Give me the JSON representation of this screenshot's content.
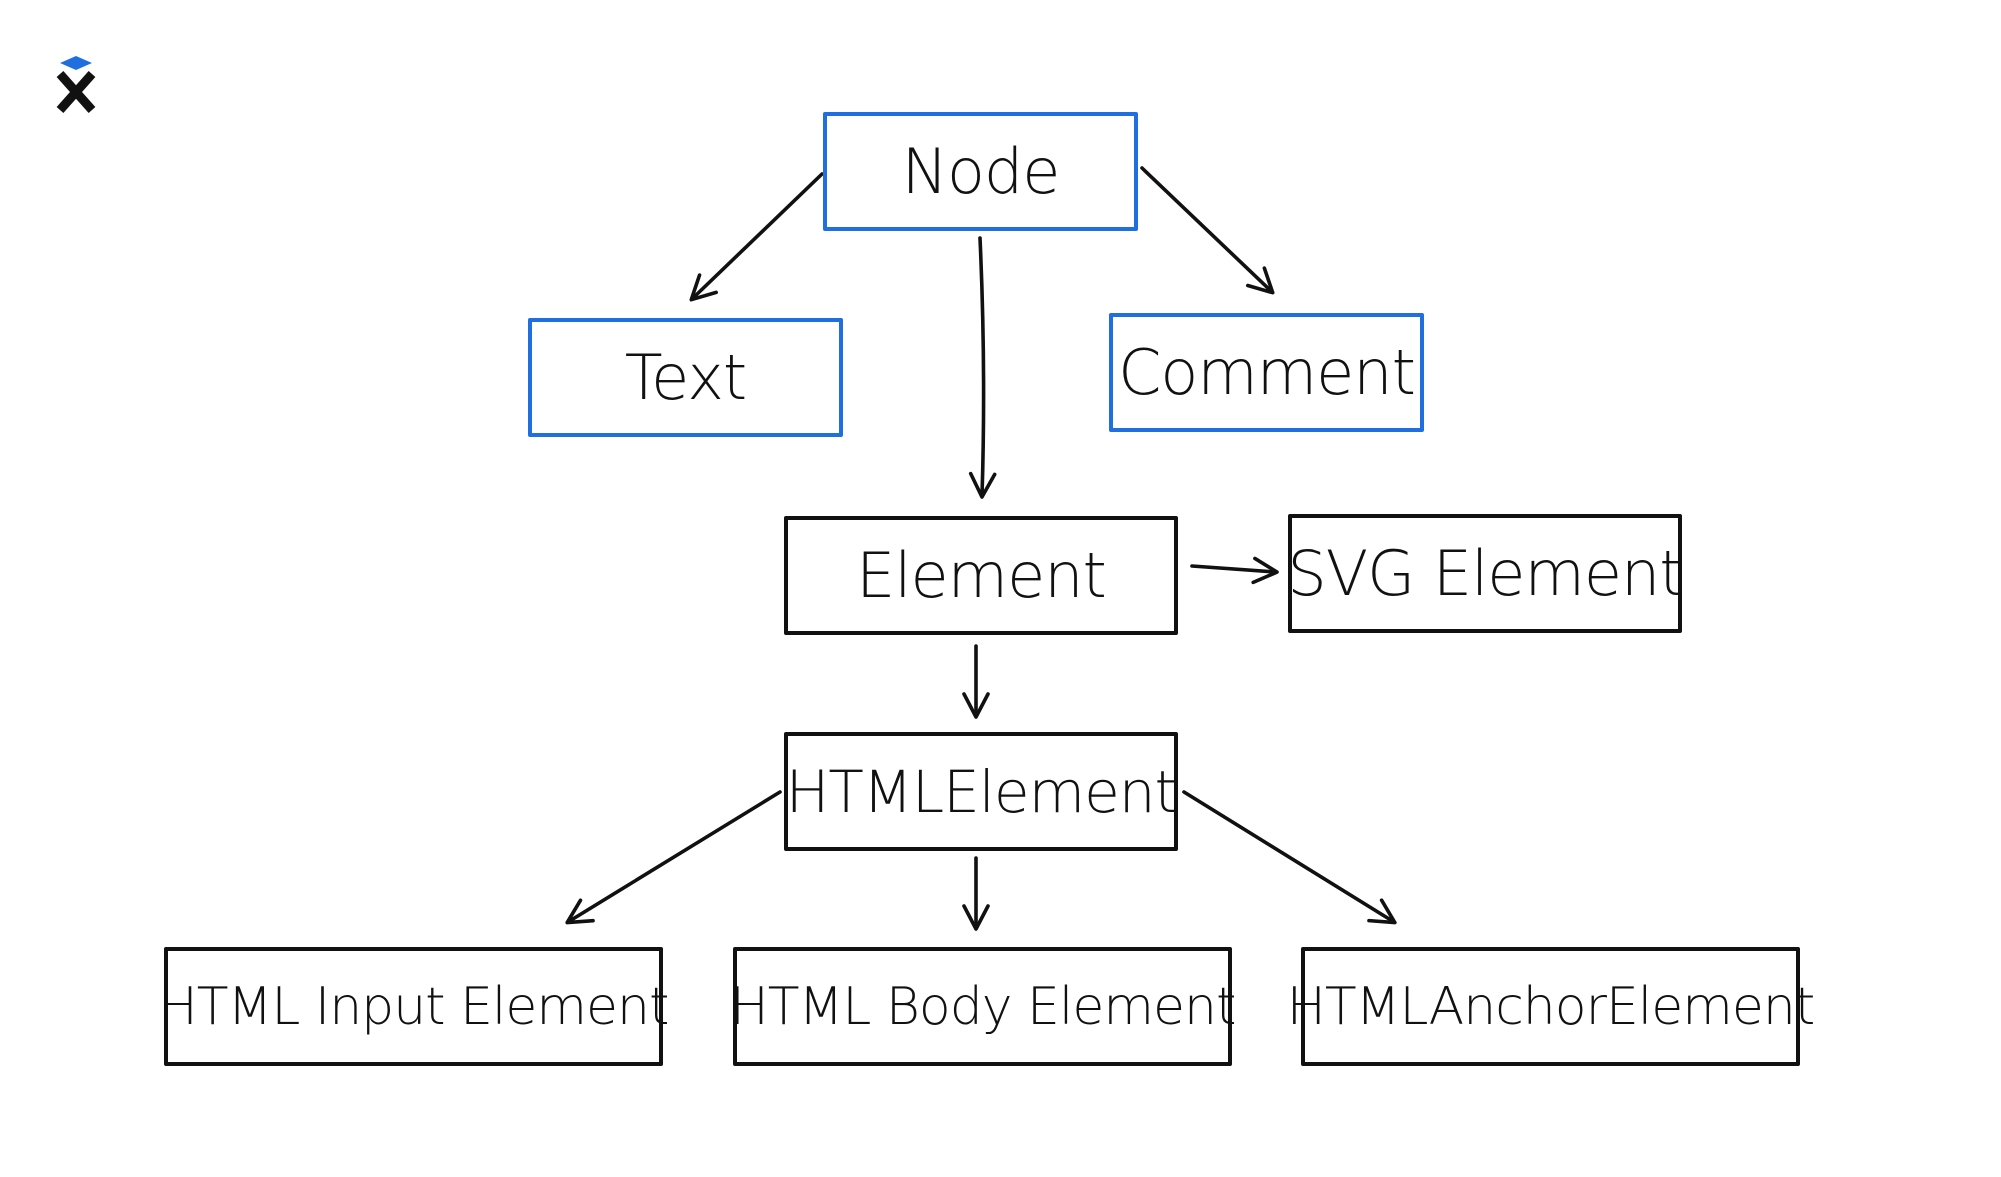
{
  "brand": {
    "logo_icon": "x-logo-icon",
    "accent_color": "#1f6fe0"
  },
  "diagram": {
    "nodes": {
      "node": "Node",
      "text": "Text",
      "comment": "Comment",
      "element": "Element",
      "svg_element": "SVG Element",
      "html_element": "HTMLElement",
      "html_input_element": "HTML Input Element",
      "html_body_element": "HTML Body Element",
      "html_anchor_element": "HTMLAnchorElement"
    },
    "edges": [
      {
        "from": "Node",
        "to": "Text"
      },
      {
        "from": "Node",
        "to": "Element"
      },
      {
        "from": "Node",
        "to": "Comment"
      },
      {
        "from": "Element",
        "to": "SVG Element"
      },
      {
        "from": "Element",
        "to": "HTMLElement"
      },
      {
        "from": "HTMLElement",
        "to": "HTML Input Element"
      },
      {
        "from": "HTMLElement",
        "to": "HTML Body Element"
      },
      {
        "from": "HTMLElement",
        "to": "HTMLAnchorElement"
      }
    ],
    "colors": {
      "blue_border": "#1f6fe0",
      "black_border": "#111111"
    }
  }
}
